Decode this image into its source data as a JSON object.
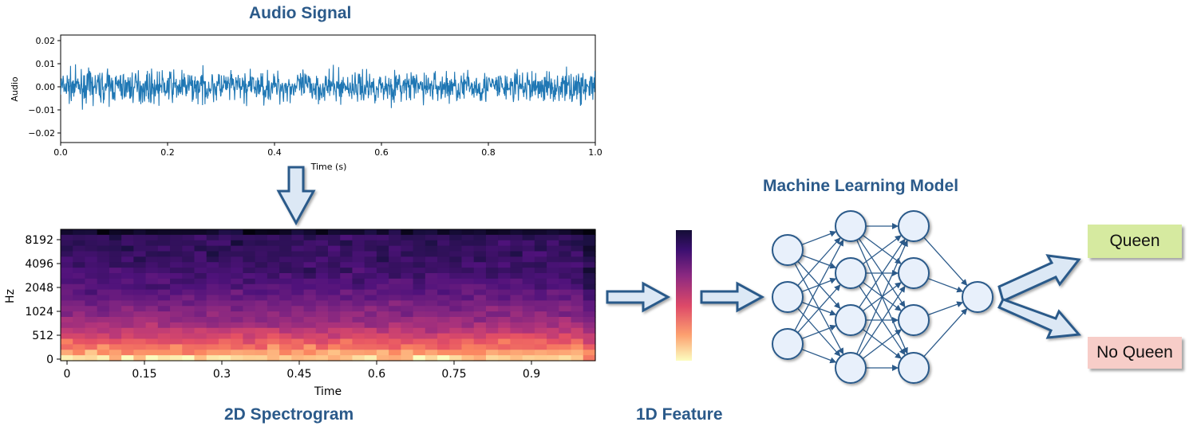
{
  "titles": {
    "audio_signal": "Audio Signal",
    "spectrogram": "2D Spectrogram",
    "feature": "1D Feature",
    "model": "Machine Learning Model"
  },
  "outputs": {
    "queen": "Queen",
    "no_queen": "No Queen"
  },
  "colors": {
    "title": "#2b5a8a",
    "waveform": "#1f77b4",
    "arrow_stroke": "#2b5a8a",
    "arrow_fill": "#dce8f5",
    "node_fill": "#e8f0fb",
    "queen_bg": "#d6eaa0",
    "no_queen_bg": "#f7cdc8"
  },
  "audio_plot": {
    "ylabel": "Audio",
    "xlabel": "Time (s)",
    "x_ticks": [
      "0.0",
      "0.2",
      "0.4",
      "0.6",
      "0.8",
      "1.0"
    ],
    "y_ticks": [
      "0.02",
      "0.01",
      "0.00",
      "−0.01",
      "−0.02"
    ]
  },
  "spectrogram_plot": {
    "ylabel": "Hz",
    "xlabel": "Time",
    "x_ticks": [
      "0",
      "0.15",
      "0.3",
      "0.45",
      "0.6",
      "0.75",
      "0.9"
    ],
    "y_ticks": [
      "8192",
      "4096",
      "2048",
      "1024",
      "512",
      "0"
    ]
  },
  "network": {
    "layers": [
      3,
      4,
      4,
      1
    ]
  }
}
